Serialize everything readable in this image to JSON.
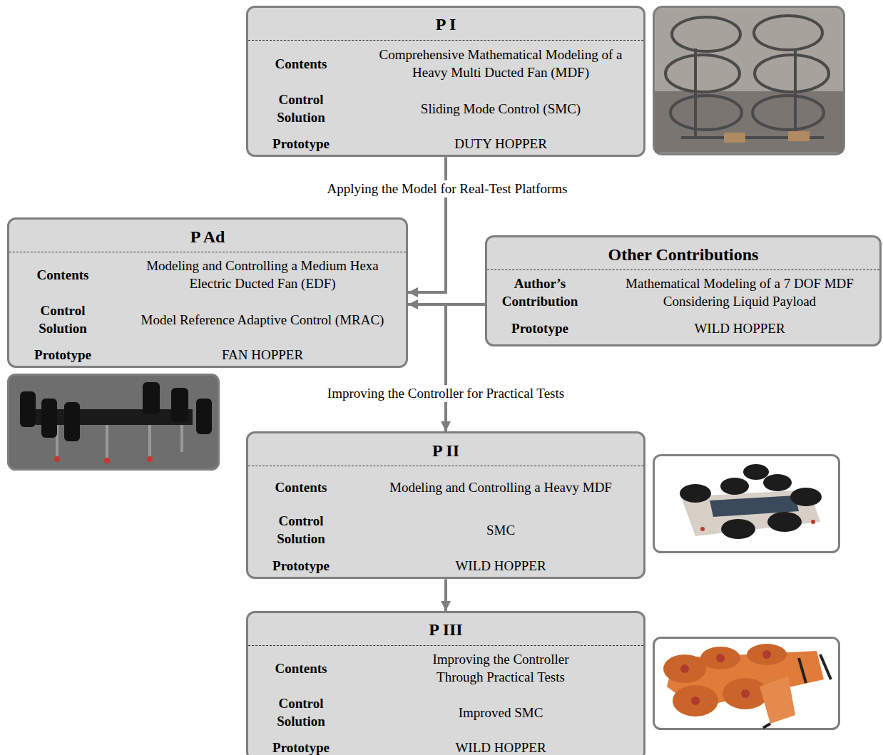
{
  "diagram": {
    "nodes": [
      {
        "text": [
          "P I",
          "Contents",
          "Comprehensive Mathematical Modeling of a Heavy Multi Ducted Fan (MDF)",
          "Control Solution",
          "Sliding Mode Control (SMC)",
          "Prototype",
          "DUTY HOPPER"
        ]
      },
      {
        "text": [
          "P Ad",
          "Contents",
          "Modeling and Controlling a Medium Hexa Electric Ducted Fan (EDF)",
          "Control Solution",
          "Model Reference Adaptive Control (MRAC)",
          "Prototype",
          "FAN HOPPER"
        ]
      },
      {
        "text": [
          "Other Contributions",
          "Author’s Contribution",
          "Mathematical Modeling of a 7 DOF MDF Considering Liquid Payload",
          "Prototype",
          "WILD HOPPER"
        ]
      },
      {
        "text": [
          "P II",
          "Contents",
          "Modeling and Controlling a Heavy MDF",
          "Control Solution",
          "SMC",
          "Prototype",
          "WILD HOPPER"
        ]
      },
      {
        "text": [
          "P III",
          "Contents",
          "Improving the Controller Through Practical Tests",
          "Control Solution",
          "Improved SMC",
          "Prototype",
          "WILD HOPPER"
        ]
      }
    ],
    "edges": [
      {
        "from": 0,
        "to": 1,
        "arrow": "to",
        "label": "Applying the Model for Real-Test Platforms"
      },
      {
        "from": 2,
        "to": 1,
        "arrow": "to"
      },
      {
        "from": 2,
        "to": 3,
        "arrow": "to",
        "label": "Improving the Controller for Practical Tests"
      },
      {
        "from": 3,
        "to": 4,
        "arrow": "to"
      }
    ]
  }
}
